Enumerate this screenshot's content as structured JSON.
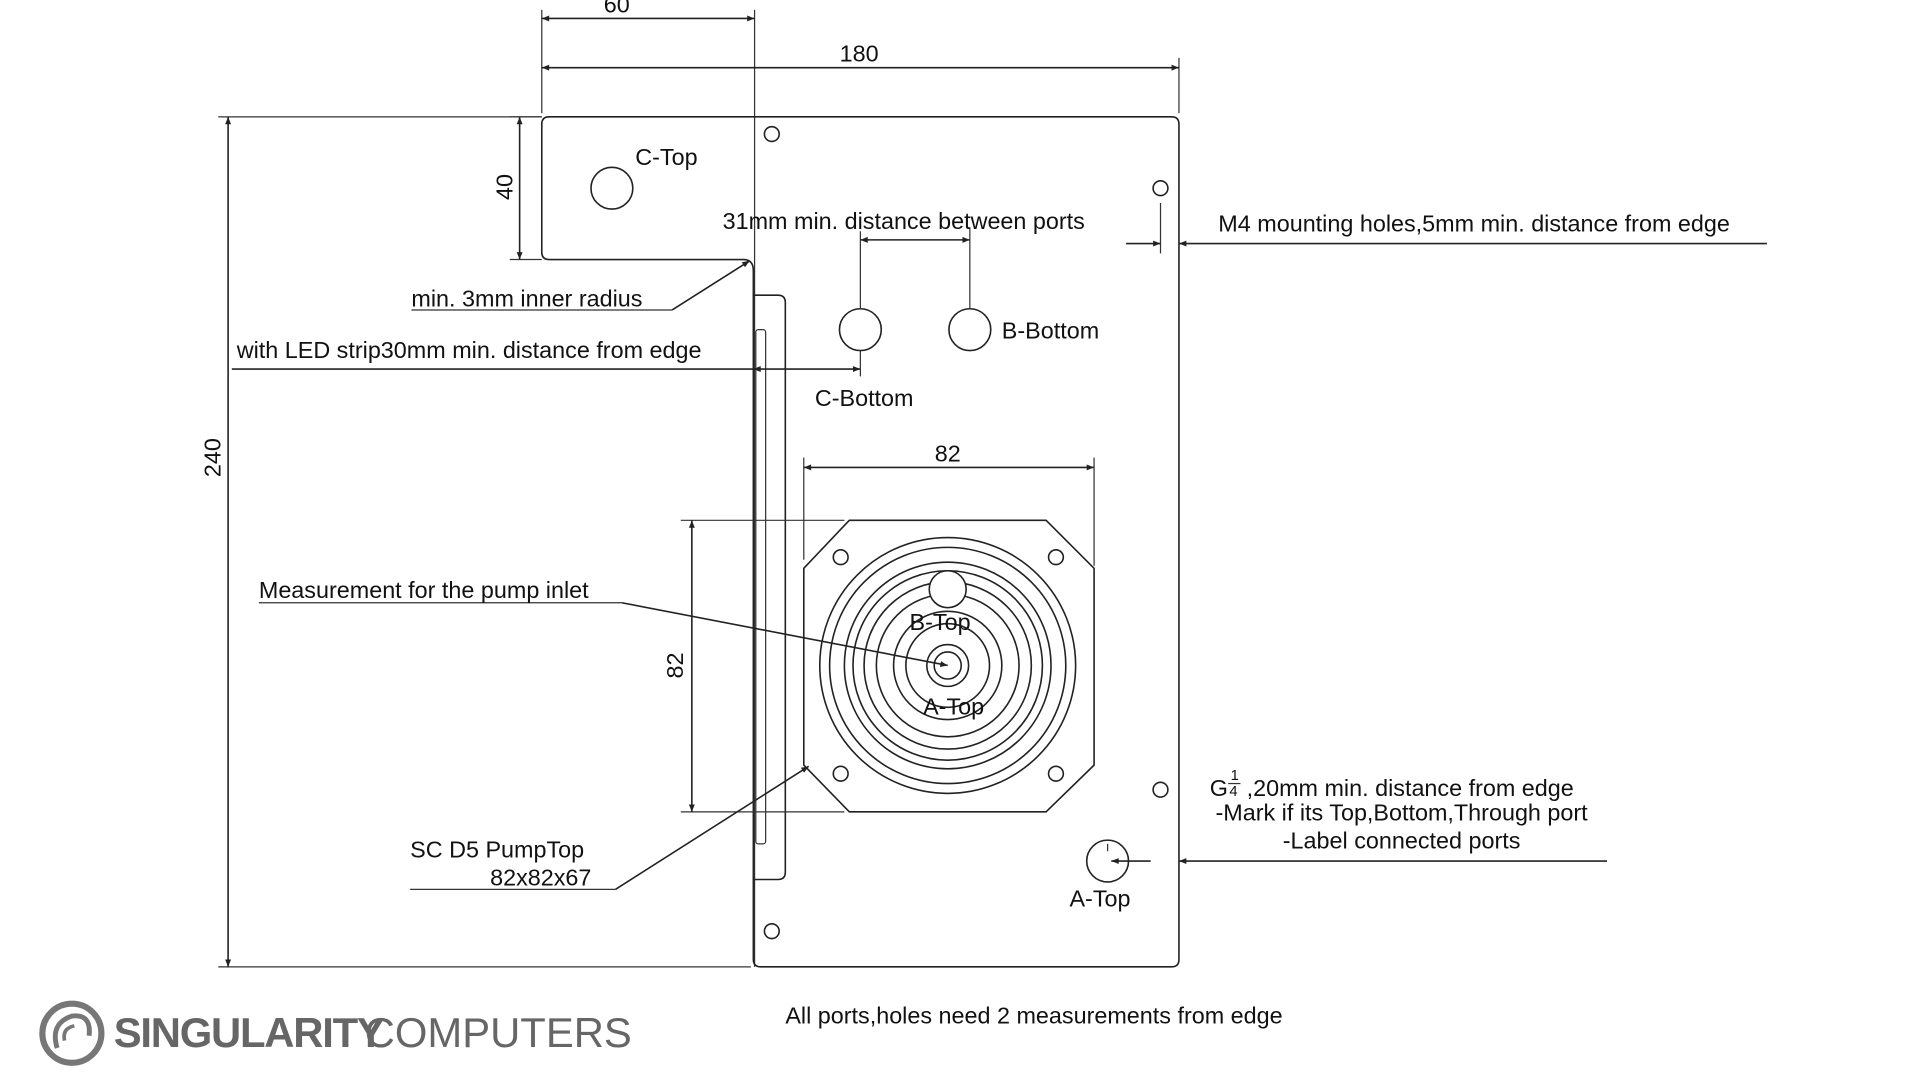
{
  "dimensions": {
    "top_offset": "60",
    "overall_width": "180",
    "notch_height": "40",
    "overall_height": "240",
    "pump_width": "82",
    "pump_height": "82"
  },
  "ports": {
    "c_top": "C-Top",
    "c_bottom": "C-Bottom",
    "b_bottom": "B-Bottom",
    "b_top": "B-Top",
    "a_top_pump": "A-Top",
    "a_top": "A-Top"
  },
  "notes": {
    "port_distance": "31mm min. distance between ports",
    "mounting_holes": "M4 mounting holes,5mm min. distance from edge",
    "inner_radius": "min. 3mm inner radius",
    "led_strip": "with LED strip30mm min. distance from edge",
    "pump_inlet": "Measurement for the pump inlet",
    "pump_name": "SC D5 PumpTop",
    "pump_size": "82x82x67",
    "thread_prefix": "G",
    "thread_num": "1",
    "thread_den": "4",
    "thread_note": ",20mm min. distance from edge",
    "mark_note": "-Mark if its Top,Bottom,Through port",
    "label_note": "-Label connected ports",
    "footer": "All ports,holes need 2 measurements from edge"
  },
  "logo": {
    "bold": "SINGULARITY",
    "light": "COMPUTERS"
  }
}
